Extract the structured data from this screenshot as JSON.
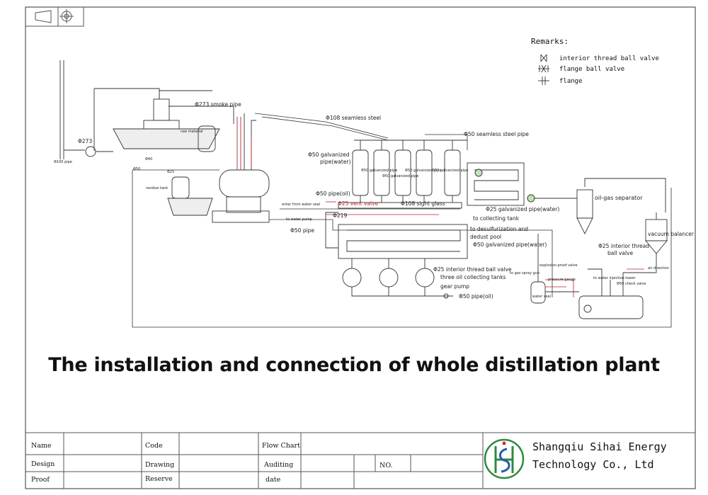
{
  "remarks": {
    "title": "Remarks:",
    "items": [
      {
        "label": "interior thread ball valve",
        "icon": "interior-thread-ball-valve-symbol"
      },
      {
        "label": "flange ball valve",
        "icon": "flange-ball-valve-symbol"
      },
      {
        "label": "flange",
        "icon": "flange-symbol"
      }
    ]
  },
  "labels": {
    "smoke_pipe": "Φ273 smoke pipe",
    "pipe_273": "Φ273",
    "seamless_steel": "Φ108 seamless steel",
    "seamless_steel_50": "Φ50 seamless steel pipe",
    "galvanized_pipe_water_1": "Φ50 galvanized",
    "galvanized_pipe_water_1b": "pipe(water)",
    "raw_material": "raw material",
    "residue_tank": "residue tank",
    "pipe_25": "Φ25",
    "pipe_50_small": "Φ50",
    "pipe_50_oil": "Φ50 pipe(oil)",
    "vent_valve": "Φ25 vent valve",
    "sight_glass": "Φ108 sight glass",
    "enter_water_seal": "enter from water seal",
    "to_water_pump": "to water pump",
    "pipe_219": "Φ219",
    "pipe_50_pipe": "Φ50 pipe",
    "galvanized_water_25": "Φ25 galvanized pipe(water)",
    "to_collecting_tank": "to collecting tank",
    "desulfurization": "to desulfurization and",
    "dedust_pool": "dedust pool",
    "galvanized_water_50": "Φ50 galvanized pipe(water)",
    "interior_thread_ball_valve": "Φ25 interior thread ball valve",
    "three_oil_tanks": "three oil collecting tanks",
    "gear_pump": "gear pump",
    "pipe_50_oil_2": "Φ50 pipe(oil)",
    "oil_gas_separator": "oil-gas separator",
    "interior_thread": "Φ25 interior thread",
    "ball_valve": "ball valve",
    "vacuum_balancer": "vacuum balancer",
    "check_valve": "Φ50 check valve",
    "explosion_proof_valve": "explosion-proof valve",
    "water_seal": "water seal",
    "to_gas_spray_gun": "to gas spray gun",
    "pressure_gauge": "pressure gauge",
    "air_direction": "air direction",
    "to_water_injection": "to water injection tower",
    "column_galvanized_a": "Φ50 galvanized pipe",
    "column_galvanized_b": "Φ50 galvanized pipe",
    "column_galvanized_c": "Φ50 galvanized pipe",
    "column_galvanized_d": "Φ50 galvanized pipe",
    "pipe_40": "Φ40",
    "hundred_pipe": "Φ100 pipe"
  },
  "main_title": "The installation and connection of whole distillation plant",
  "title_block": {
    "name": "Name",
    "code": "Code",
    "flow_chart": "Flow Chart",
    "design": "Design",
    "drawing": "Drawing",
    "auditing": "Auditing",
    "no": "NO.",
    "proof": "Proof",
    "reserve": "Reserve",
    "date": "date"
  },
  "company": {
    "line1": "Shangqiu Sihai Energy",
    "line2": "Technology Co., Ltd",
    "logo_icon": "sihai-logo-icon"
  },
  "colors": {
    "line": "#333333",
    "red_line": "#b3262e",
    "green_logo": "#2d8a3e",
    "blue_logo": "#1f5fa8"
  }
}
